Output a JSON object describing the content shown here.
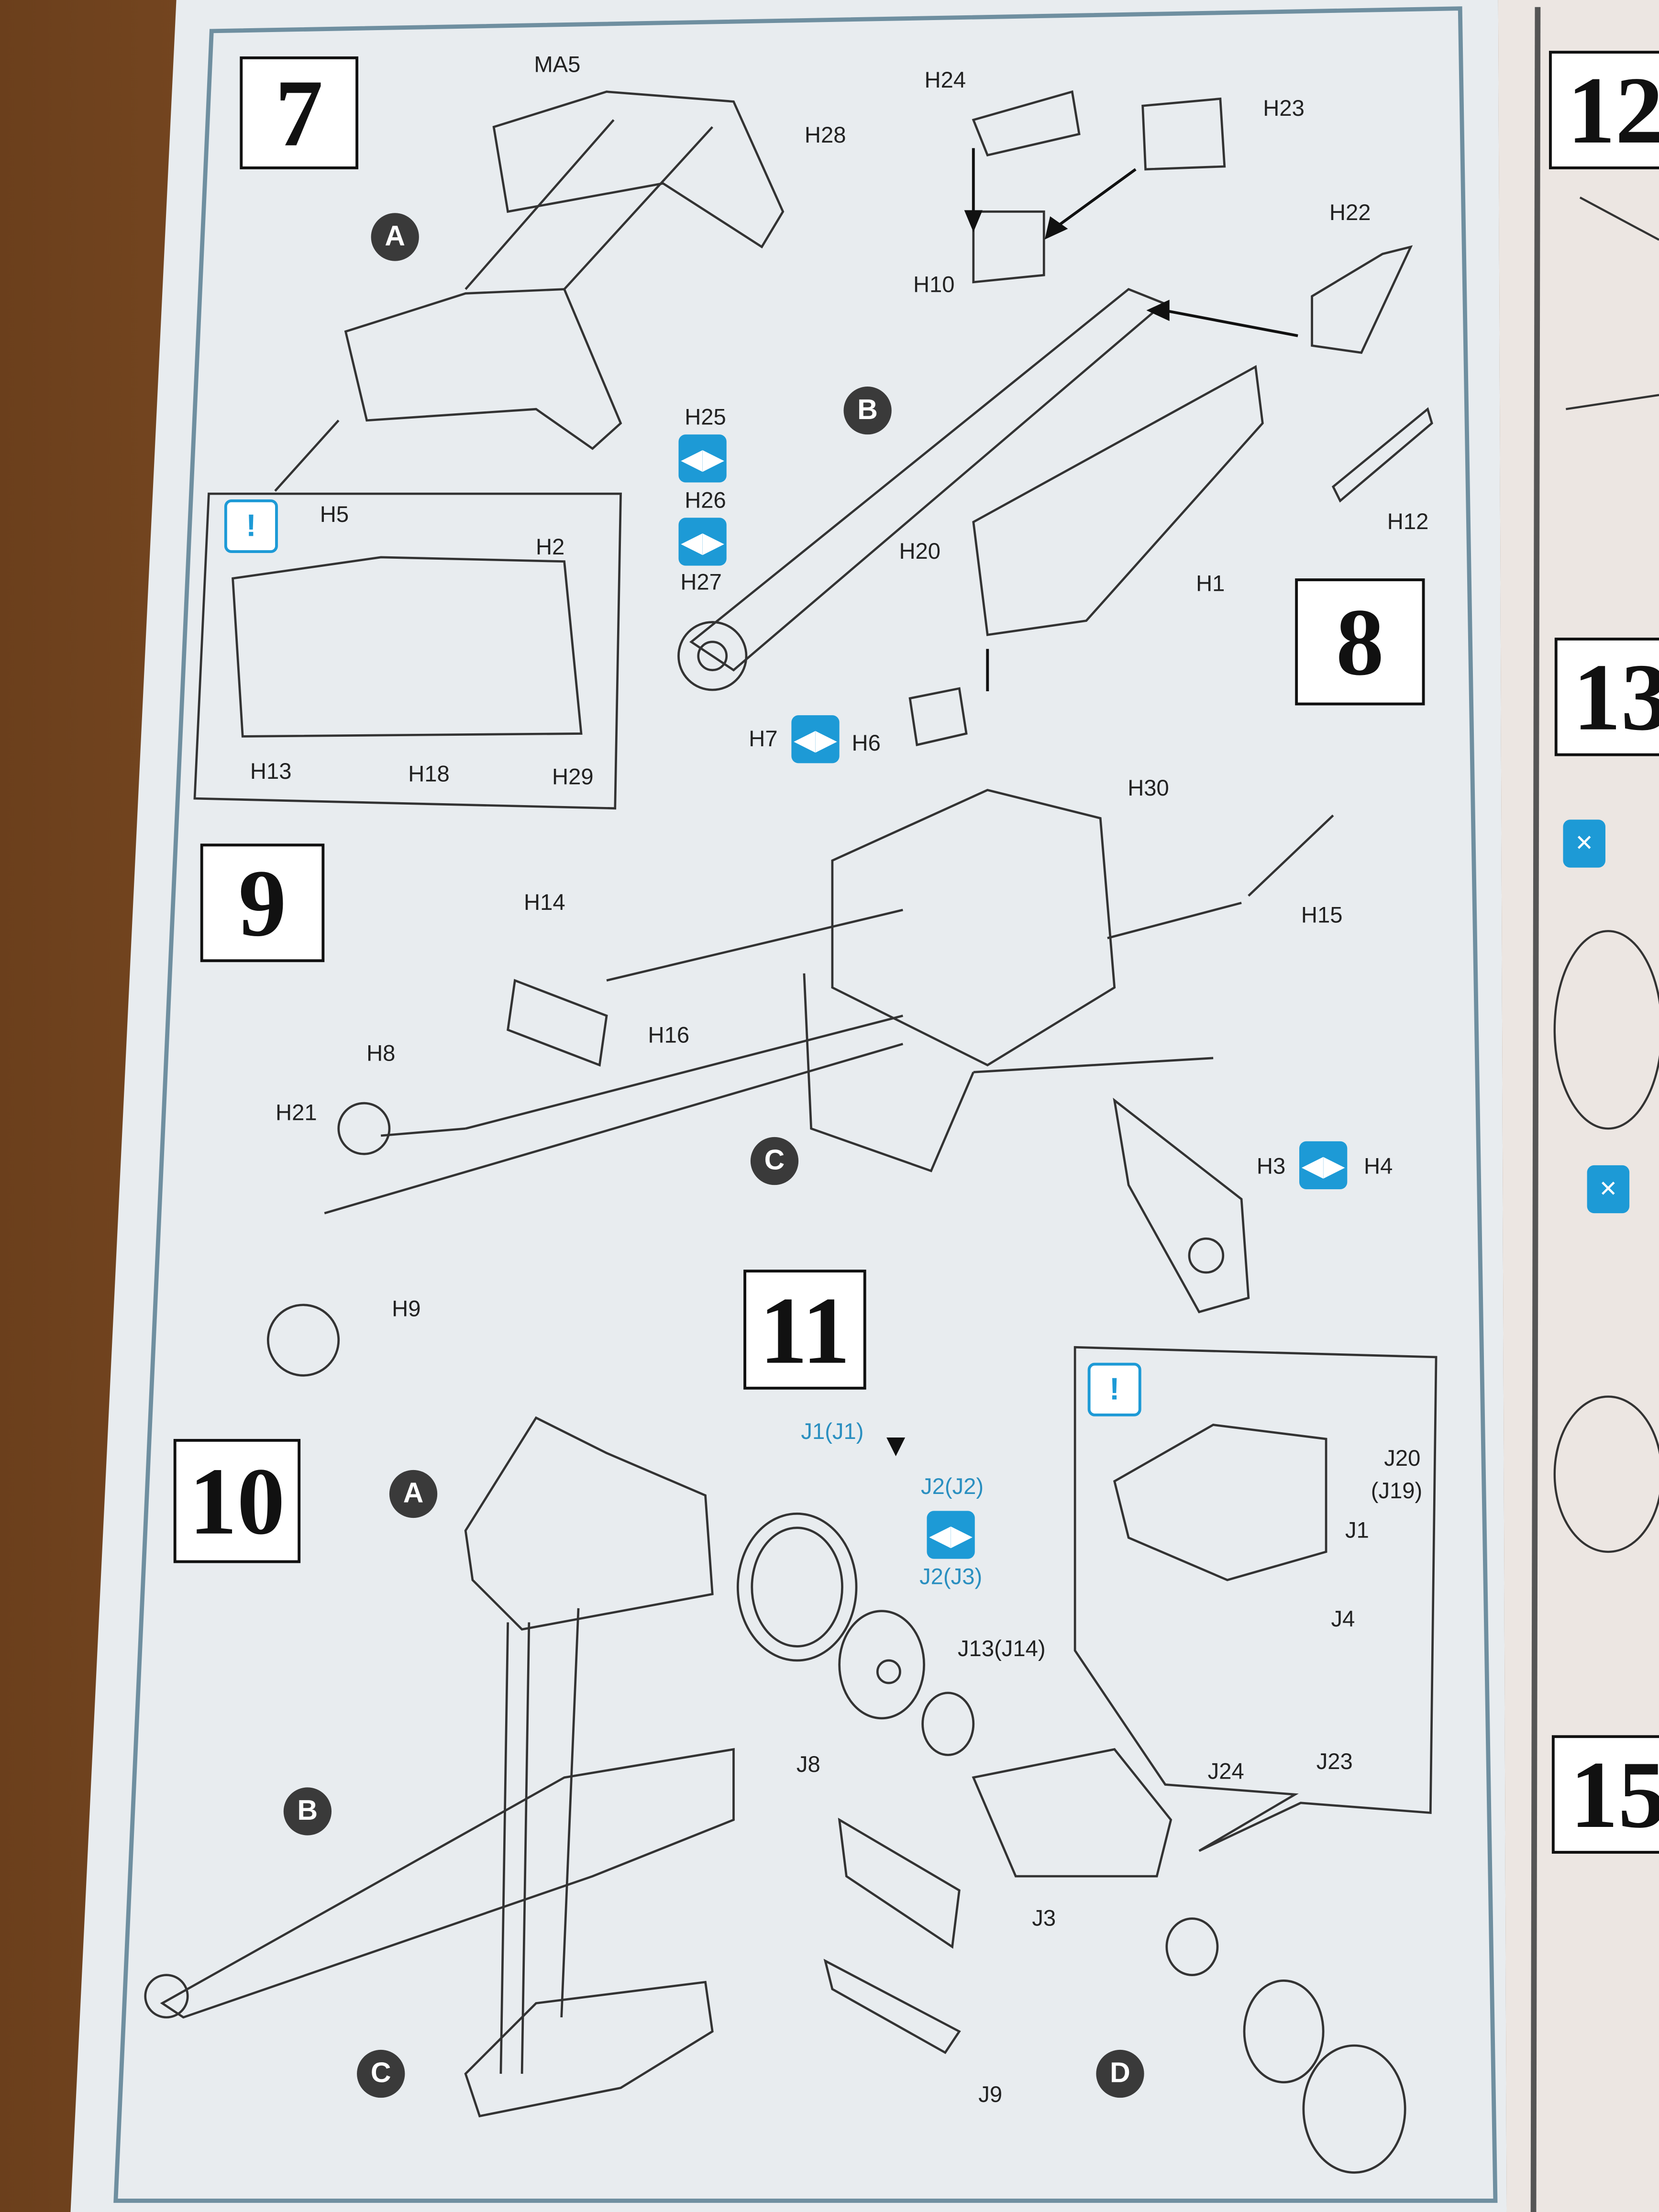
{
  "steps": {
    "s7": "7",
    "s8": "8",
    "s9": "9",
    "s10": "10",
    "s11": "11",
    "s12": "12",
    "s13": "13",
    "s15": "15"
  },
  "sub_assemblies": {
    "a_top": "A",
    "b_top": "B",
    "c_mid": "C",
    "a_bot": "A",
    "b_bot": "B",
    "c_bot": "C",
    "d_bot": "D"
  },
  "step7": {
    "labels": [
      "MA5",
      "H28",
      "H5",
      "H2",
      "H13",
      "H18",
      "H29"
    ]
  },
  "step8": {
    "labels": [
      "H24",
      "H23",
      "H22",
      "H10",
      "H25",
      "H26",
      "H27",
      "H20",
      "H1",
      "H12",
      "H7",
      "H6"
    ]
  },
  "step9": {
    "labels": [
      "H30",
      "H14",
      "H15",
      "H16",
      "H8",
      "H21",
      "H3",
      "H4",
      "H9"
    ]
  },
  "step11": {
    "labels": [
      "J1(J1)",
      "J2(J2)",
      "J2(J3)",
      "J13(J14)",
      "J8",
      "J3",
      "J9",
      "J20",
      "(J19)",
      "J1",
      "J4",
      "J24",
      "J23"
    ]
  },
  "colors": {
    "paper": "#e9edf0",
    "accent_blue": "#1d9ad6",
    "frame": "#6f8fa0",
    "wood": "#7a4a22"
  },
  "icons": [
    "choose-option-icon",
    "paint-hint-icon",
    "glue-warning-icon"
  ]
}
